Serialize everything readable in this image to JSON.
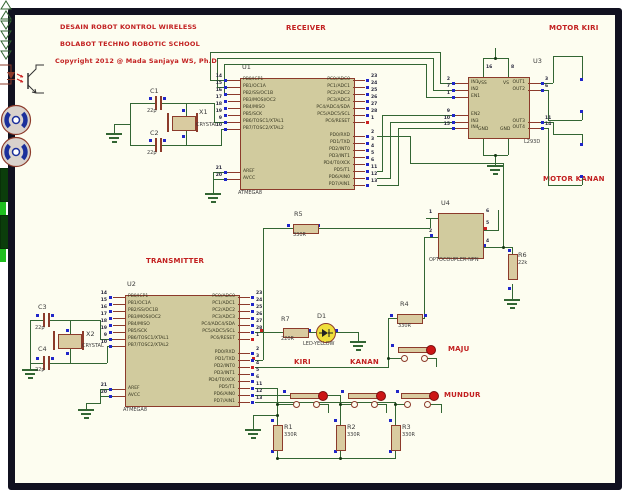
{
  "header": {
    "line1": "DESAIN ROBOT KONTROL WIRELESS",
    "line2": "BOLABOT TECHNO ROBOTIC SCHOOL",
    "line3": "Copyright 2012 @ Mada Sanjaya WS, Ph.D"
  },
  "sections": {
    "receiver": "RECEIVER",
    "transmitter": "TRANSMITTER"
  },
  "labels": {
    "motor_kiri": "MOTOR KIRI",
    "motor_kanan": "MOTOR KANAN",
    "kiri": "KIRI",
    "kanan": "KANAN",
    "maju": "MAJU",
    "mundur": "MUNDUR"
  },
  "atmega_pins": {
    "left": [
      {
        "n": "PB0/ICP1",
        "num": "14"
      },
      {
        "n": "PB1/OC1A",
        "num": "15"
      },
      {
        "n": "PB2/SS/OC1B",
        "num": "16"
      },
      {
        "n": "PB3/MOSI/OC2",
        "num": "17"
      },
      {
        "n": "PB4/MISO",
        "num": "18"
      },
      {
        "n": "PB5/SCK",
        "num": "19"
      },
      {
        "n": "PB6/TOSC1/XTAL1",
        "num": "9"
      },
      {
        "n": "PB7/TOSC2/XTAL2",
        "num": "10"
      }
    ],
    "power": [
      {
        "n": "AREF",
        "num": "21"
      },
      {
        "n": "AVCC",
        "num": "20"
      }
    ],
    "right_pc": [
      {
        "n": "PC0/ADC0",
        "num": "23"
      },
      {
        "n": "PC1/ADC1",
        "num": "24"
      },
      {
        "n": "PC2/ADC2",
        "num": "25"
      },
      {
        "n": "PC3/ADC3",
        "num": "26"
      },
      {
        "n": "PC4/ADC4/SDA",
        "num": "27"
      },
      {
        "n": "PC5/ADC5/SCL",
        "num": "28"
      },
      {
        "n": "PC6/RESET",
        "num": "1"
      }
    ],
    "right_pd": [
      {
        "n": "PD0/RXD",
        "num": "2"
      },
      {
        "n": "PD1/TXD",
        "num": "3"
      },
      {
        "n": "PD2/INT0",
        "num": "4"
      },
      {
        "n": "PD3/INT1",
        "num": "5"
      },
      {
        "n": "PD4/T0/XCK",
        "num": "6"
      },
      {
        "n": "PD5/T1",
        "num": "11"
      },
      {
        "n": "PD6/AIN0",
        "num": "12"
      },
      {
        "n": "PD7/AIN1",
        "num": "13"
      }
    ]
  },
  "ics": {
    "u1": {
      "ref": "U1",
      "value": "ATMEGA8"
    },
    "u2": {
      "ref": "U2",
      "value": "ATMEGA8"
    },
    "u3": {
      "ref": "U3",
      "value": "L293D",
      "left": [
        {
          "n": "IN1",
          "num": "2"
        },
        {
          "n": "IN2",
          "num": "7"
        },
        {
          "n": "EN1",
          "num": "1"
        },
        {
          "n": "EN2",
          "num": "9"
        },
        {
          "n": "IN3",
          "num": "10"
        },
        {
          "n": "IN4",
          "num": "15"
        }
      ],
      "right": [
        {
          "n": "OUT1",
          "num": "3"
        },
        {
          "n": "OUT2",
          "num": "6"
        },
        {
          "n": "OUT3",
          "num": "11"
        },
        {
          "n": "OUT4",
          "num": "14"
        }
      ],
      "top": [
        {
          "n": "VSS",
          "num": "16"
        },
        {
          "n": "VS",
          "num": "8"
        }
      ],
      "bottom": [
        {
          "n": "GND"
        },
        {
          "n": "GND"
        }
      ]
    },
    "u4": {
      "ref": "U4",
      "value": "OPTOCOUPLER-NPN",
      "pins": [
        "1",
        "2",
        "6",
        "5",
        "4"
      ]
    }
  },
  "passives": {
    "c1": {
      "ref": "C1",
      "value": "22p"
    },
    "c2": {
      "ref": "C2",
      "value": "22p"
    },
    "c3": {
      "ref": "C3",
      "value": "22p"
    },
    "c4": {
      "ref": "C4",
      "value": "22p"
    },
    "x1": {
      "ref": "X1",
      "value": "CRYSTAL"
    },
    "x2": {
      "ref": "X2",
      "value": "CRYSTAL"
    },
    "r1": {
      "ref": "R1",
      "value": "330R"
    },
    "r2": {
      "ref": "R2",
      "value": "330R"
    },
    "r3": {
      "ref": "R3",
      "value": "330R"
    },
    "r4": {
      "ref": "R4",
      "value": "330R"
    },
    "r5": {
      "ref": "R5",
      "value": "330R"
    },
    "r6": {
      "ref": "R6",
      "value": "22k"
    },
    "r7": {
      "ref": "R7",
      "value": "220R"
    },
    "d1": {
      "ref": "D1",
      "value": "LED-YELLOW"
    }
  },
  "colors": {
    "wire": "#336633",
    "annotation": "#c22020",
    "ic_fill": "#d1cb9e",
    "ic_border": "#8c3b2b",
    "led_yellow": "#efdf3a",
    "button_cap_red": "#cc1515",
    "motor_bar_green": "#1fbf1f"
  }
}
